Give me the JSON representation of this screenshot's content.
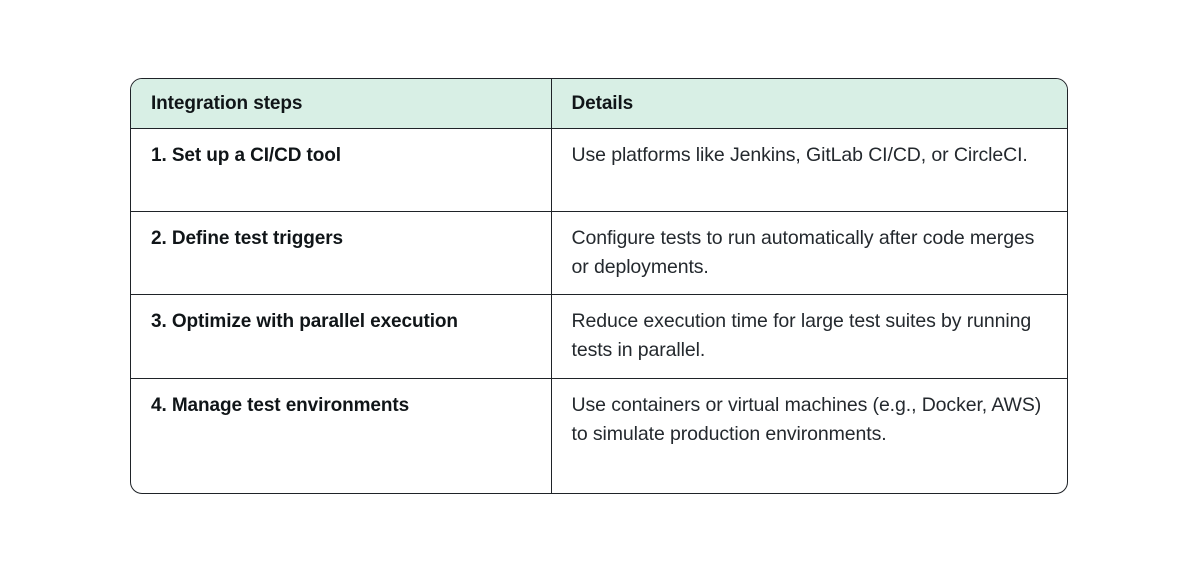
{
  "chart_data": {
    "type": "table",
    "title": "",
    "columns": [
      "Integration steps",
      "Details"
    ],
    "rows": [
      [
        "1. Set up a CI/CD tool",
        "Use platforms like Jenkins, GitLab CI/CD, or CircleCI."
      ],
      [
        "2. Define test triggers",
        "Configure tests to run automatically after code merges or deployments."
      ],
      [
        "3. Optimize with parallel execution",
        "Reduce execution time for large test suites by running tests in parallel."
      ],
      [
        "4. Manage test environments",
        "Use containers or virtual machines (e.g., Docker, AWS) to simulate production environments."
      ]
    ]
  },
  "styles": {
    "page_background": "#ffffff",
    "header_background": "#d8efe5",
    "border_color": "#1f2328",
    "step_text_color": "#101518",
    "details_text_color": "#24292e"
  }
}
